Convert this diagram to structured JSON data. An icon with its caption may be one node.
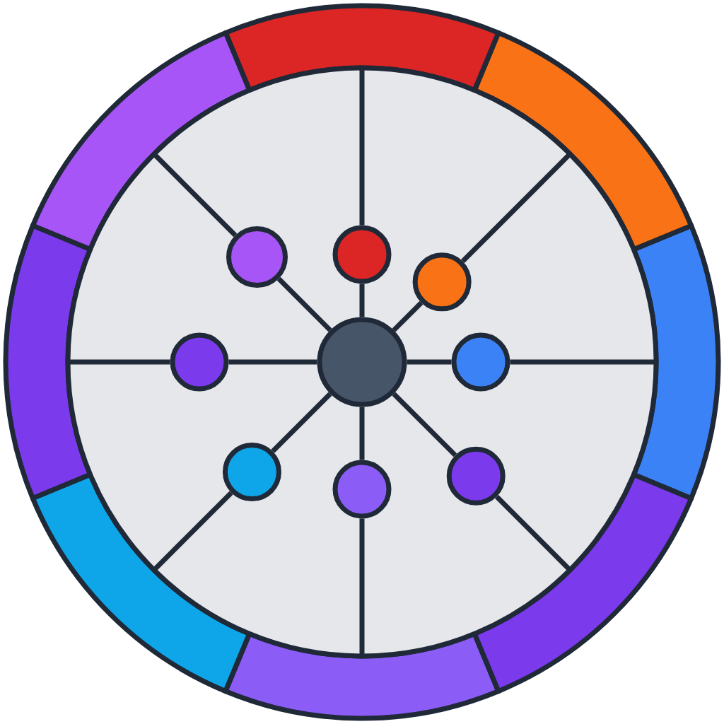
{
  "diagram": {
    "nodes": [
      {
        "text": [],
        "shape": "circle"
      },
      {
        "text": [],
        "shape": "circle"
      },
      {
        "text": [],
        "shape": "circle"
      },
      {
        "text": [],
        "shape": "circle"
      },
      {
        "text": [],
        "shape": "circle"
      },
      {
        "text": [],
        "shape": "circle"
      },
      {
        "text": [],
        "shape": "circle"
      },
      {
        "text": [],
        "shape": "circle"
      },
      {
        "text": [],
        "shape": "circle"
      }
    ],
    "edges": [
      {
        "from": 4,
        "to": 0,
        "arrow": "none"
      },
      {
        "from": 4,
        "to": 1,
        "arrow": "none"
      },
      {
        "from": 4,
        "to": 2,
        "arrow": "none"
      },
      {
        "from": 4,
        "to": 3,
        "arrow": "none"
      },
      {
        "from": 4,
        "to": 5,
        "arrow": "none"
      },
      {
        "from": 4,
        "to": 6,
        "arrow": "none"
      },
      {
        "from": 4,
        "to": 7,
        "arrow": "none"
      },
      {
        "from": 4,
        "to": 8,
        "arrow": "none"
      }
    ]
  }
}
